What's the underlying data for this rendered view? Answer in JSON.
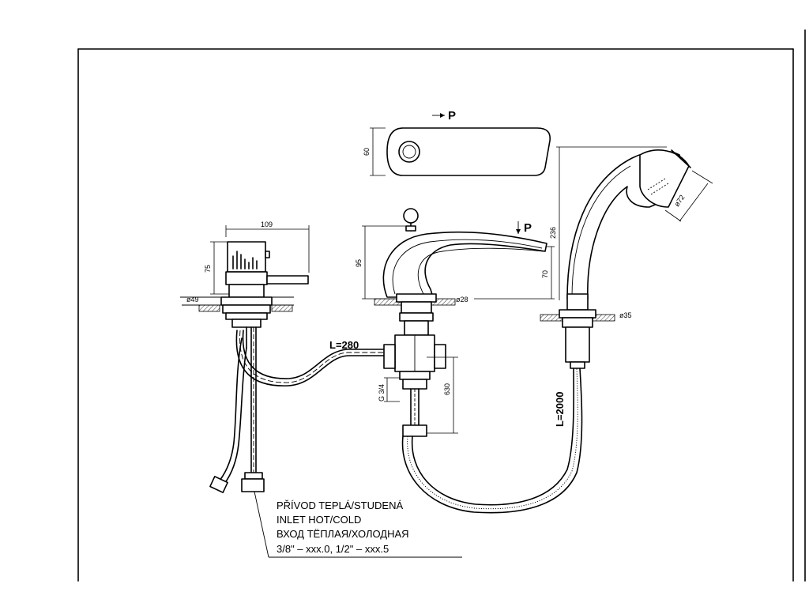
{
  "spout_top": {
    "width": "60",
    "arrow_label": "P"
  },
  "spout": {
    "height_total": "95",
    "height_outlet": "70",
    "diameter": "ø28",
    "arrow_label": "P"
  },
  "handle": {
    "width": "109",
    "height": "75",
    "diameter": "ø49"
  },
  "shower": {
    "height": "236",
    "head_diameter": "ø72",
    "base_diameter": "ø35",
    "hose_length": "L=2000"
  },
  "connections": {
    "hose_length": "L=280",
    "thread": "G 3/4",
    "supply_length": "630"
  },
  "inlet_note": {
    "line1": "PŘÍVOD TEPLÁ/STUDENÁ",
    "line2": "INLET HOT/COLD",
    "line3": "ВХОД ТЁПЛАЯ/ХОЛОДНАЯ",
    "line4": "3/8\" – xxx.0, 1/2\" – xxx.5"
  }
}
